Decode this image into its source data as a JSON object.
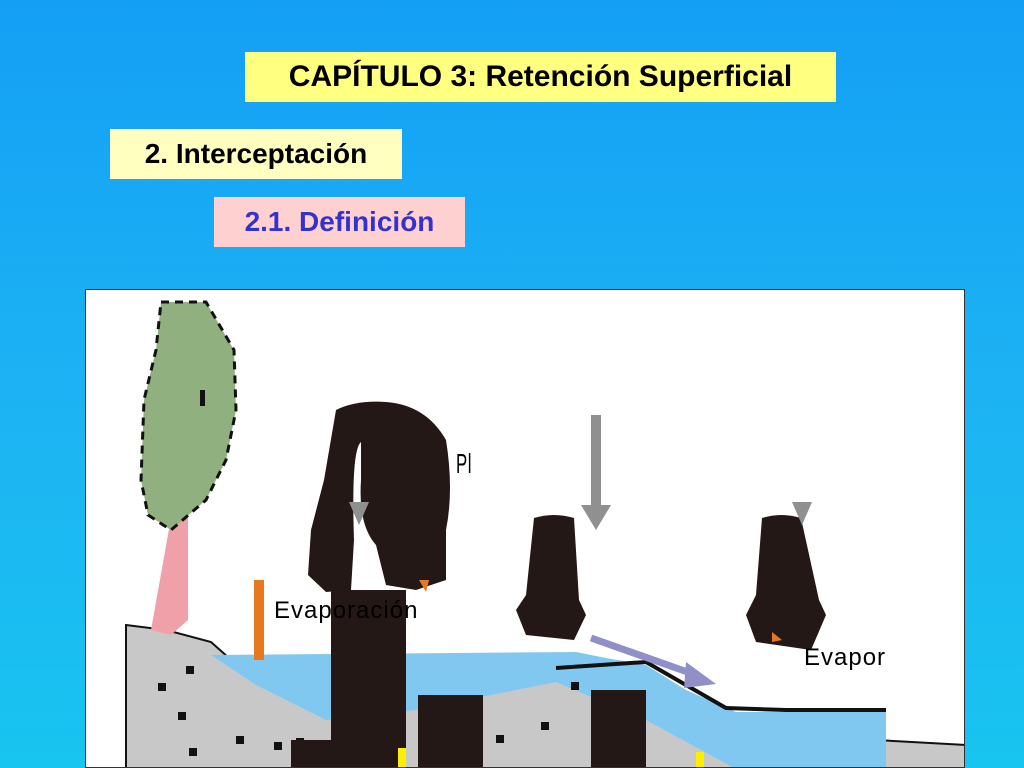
{
  "header": {
    "title": "CAPÍTULO 3: Retención Superficial",
    "section": "2. Interceptación",
    "subsection": "2.1. Definición"
  },
  "diagram": {
    "labels": {
      "rain": "Pl",
      "evaporation_left": "Evaporación",
      "evaporation_right": "Evapor"
    },
    "colors": {
      "background": "#1aaaf4",
      "title_box": "#ffff80",
      "section_box": "#ffffc0",
      "subsection_box": "#ffd0d0",
      "subsection_text": "#3333cc",
      "tree_canopy": "#90b080",
      "tree_trunk": "#f0a0a8",
      "ground": "#c8c8c8",
      "water": "#80c8f0",
      "dark_shapes": "#231815",
      "rain_arrow": "#909090",
      "runoff_arrow": "#9090c8",
      "evaporation_marks": "#e87820"
    }
  }
}
